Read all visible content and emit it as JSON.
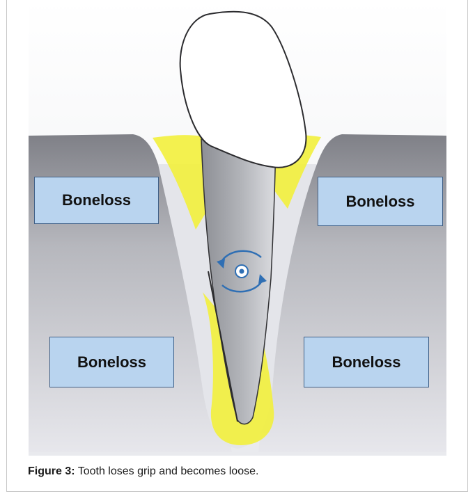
{
  "labels": {
    "top_left": "Boneloss",
    "top_right": "Boneloss",
    "bottom_left": "Boneloss",
    "bottom_right": "Boneloss"
  },
  "caption": {
    "prefix": "Figure 3:",
    "text": " Tooth loses grip and becomes loose."
  },
  "colors": {
    "bone": "#8f9096",
    "bone_light": "#c9cad0",
    "root": "#a4a6ab",
    "crown": "#ffffff",
    "gap": "#f2ef3c",
    "label_fill": "#b9d4ef",
    "label_border": "#3f5f86",
    "rotation_arrows": "#2f6fb4"
  },
  "icons": [
    "rotation-arrows-icon"
  ]
}
